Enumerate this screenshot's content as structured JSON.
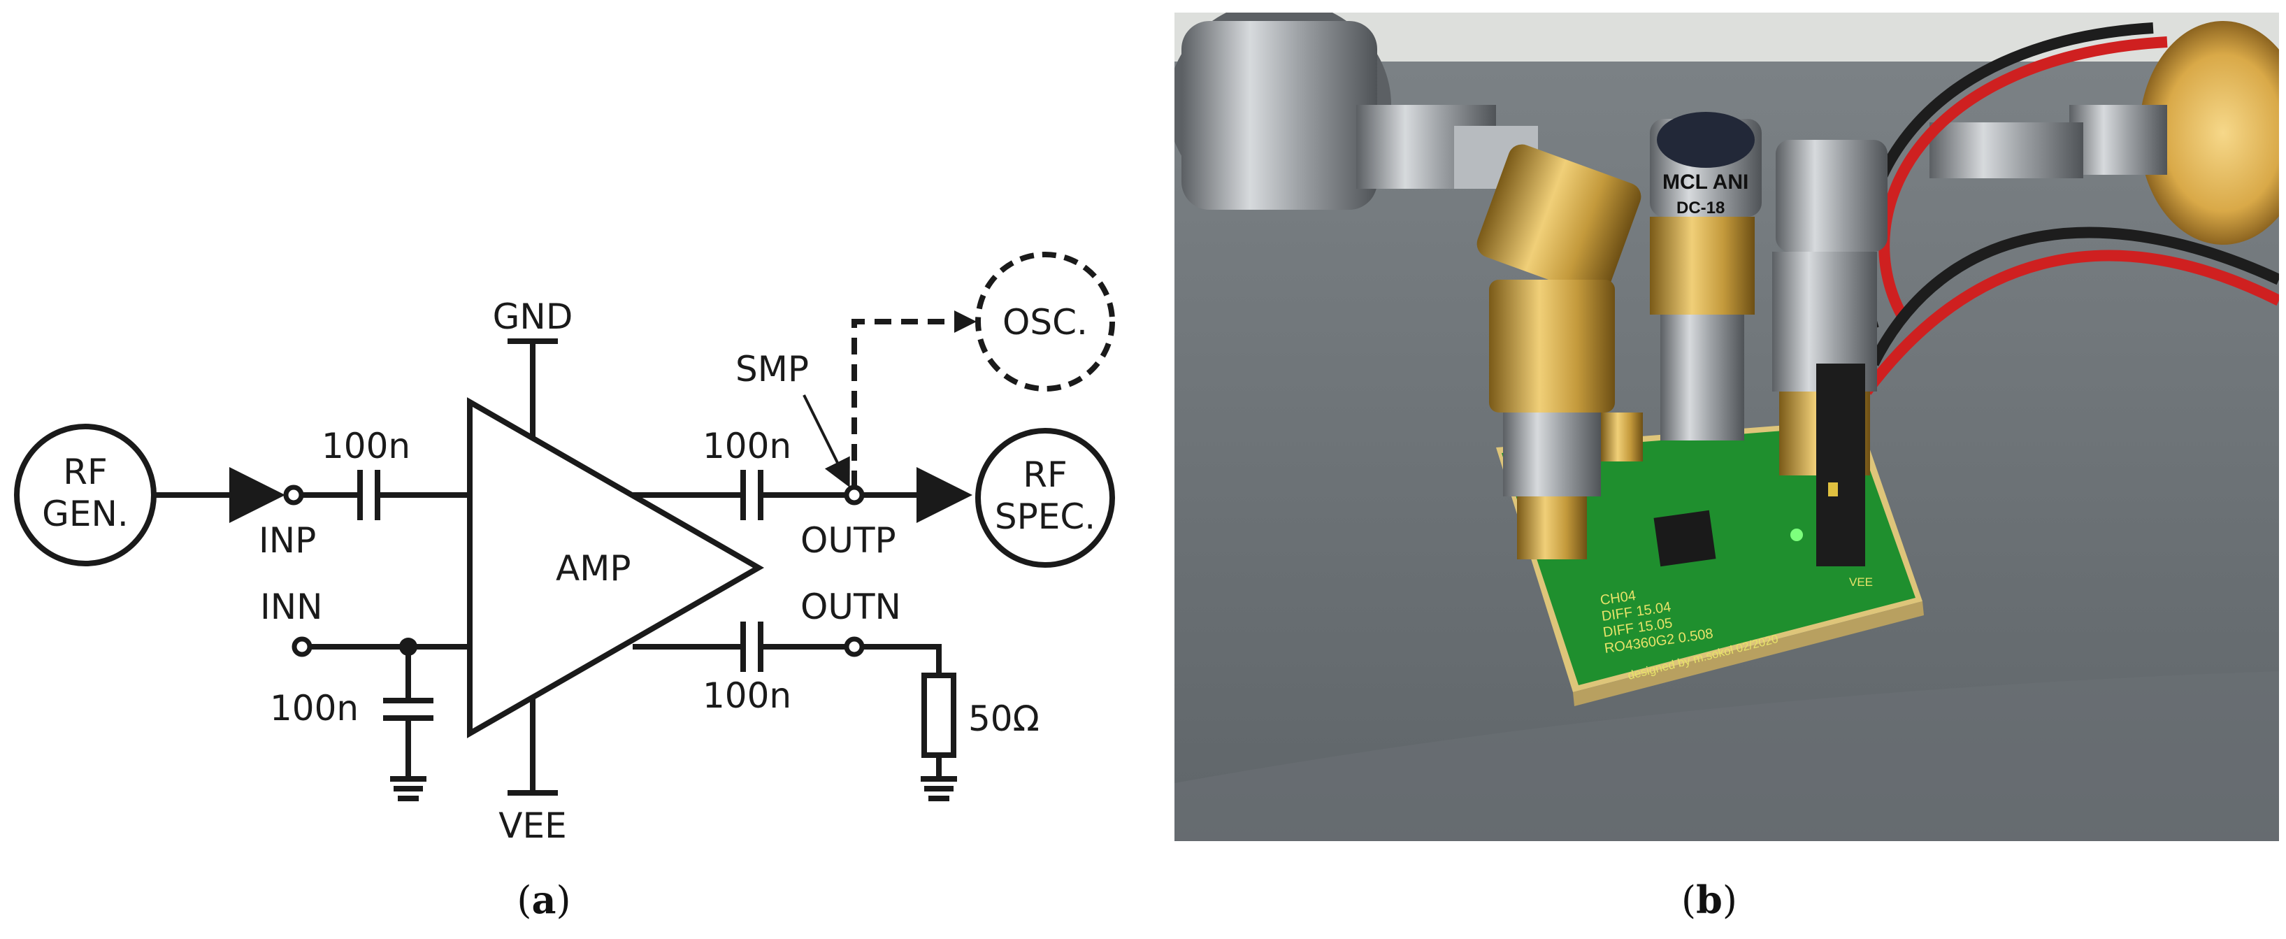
{
  "panel_a": {
    "caption_open": "(",
    "caption_letter": "a",
    "caption_close": ")",
    "blocks": {
      "rf_gen_line1": "RF",
      "rf_gen_line2": "GEN.",
      "rf_spec_line1": "RF",
      "rf_spec_line2": "SPEC.",
      "osc": "OSC.",
      "amp": "AMP"
    },
    "pins": {
      "gnd": "GND",
      "vee": "VEE",
      "inp": "INP",
      "inn": "INN",
      "outp": "OUTP",
      "outn": "OUTN",
      "smp": "SMP"
    },
    "components": {
      "cap_inp": "100n",
      "cap_outp": "100n",
      "cap_outn": "100n",
      "cap_inn": "100n",
      "resistor": "50Ω"
    }
  },
  "panel_b": {
    "caption_open": "(",
    "caption_letter": "b",
    "caption_close": ")",
    "pcb_silkscreen": {
      "line1": "CH04",
      "line2": "DIFF 15.04",
      "line3": "DIFF 15.05",
      "line4": "RO4360G2 0.508",
      "designer": "designed by m.sokol 02/2020",
      "vee": "VEE"
    },
    "connector_label": "MCL ANI",
    "connector_label2": "DC-18"
  },
  "colors": {
    "ink": "#1a1a1a",
    "pcb_green": "#1f8f2e",
    "brass": "#c9a24a",
    "steel": "#9a9ea3",
    "table_grey": "#6f7579"
  }
}
